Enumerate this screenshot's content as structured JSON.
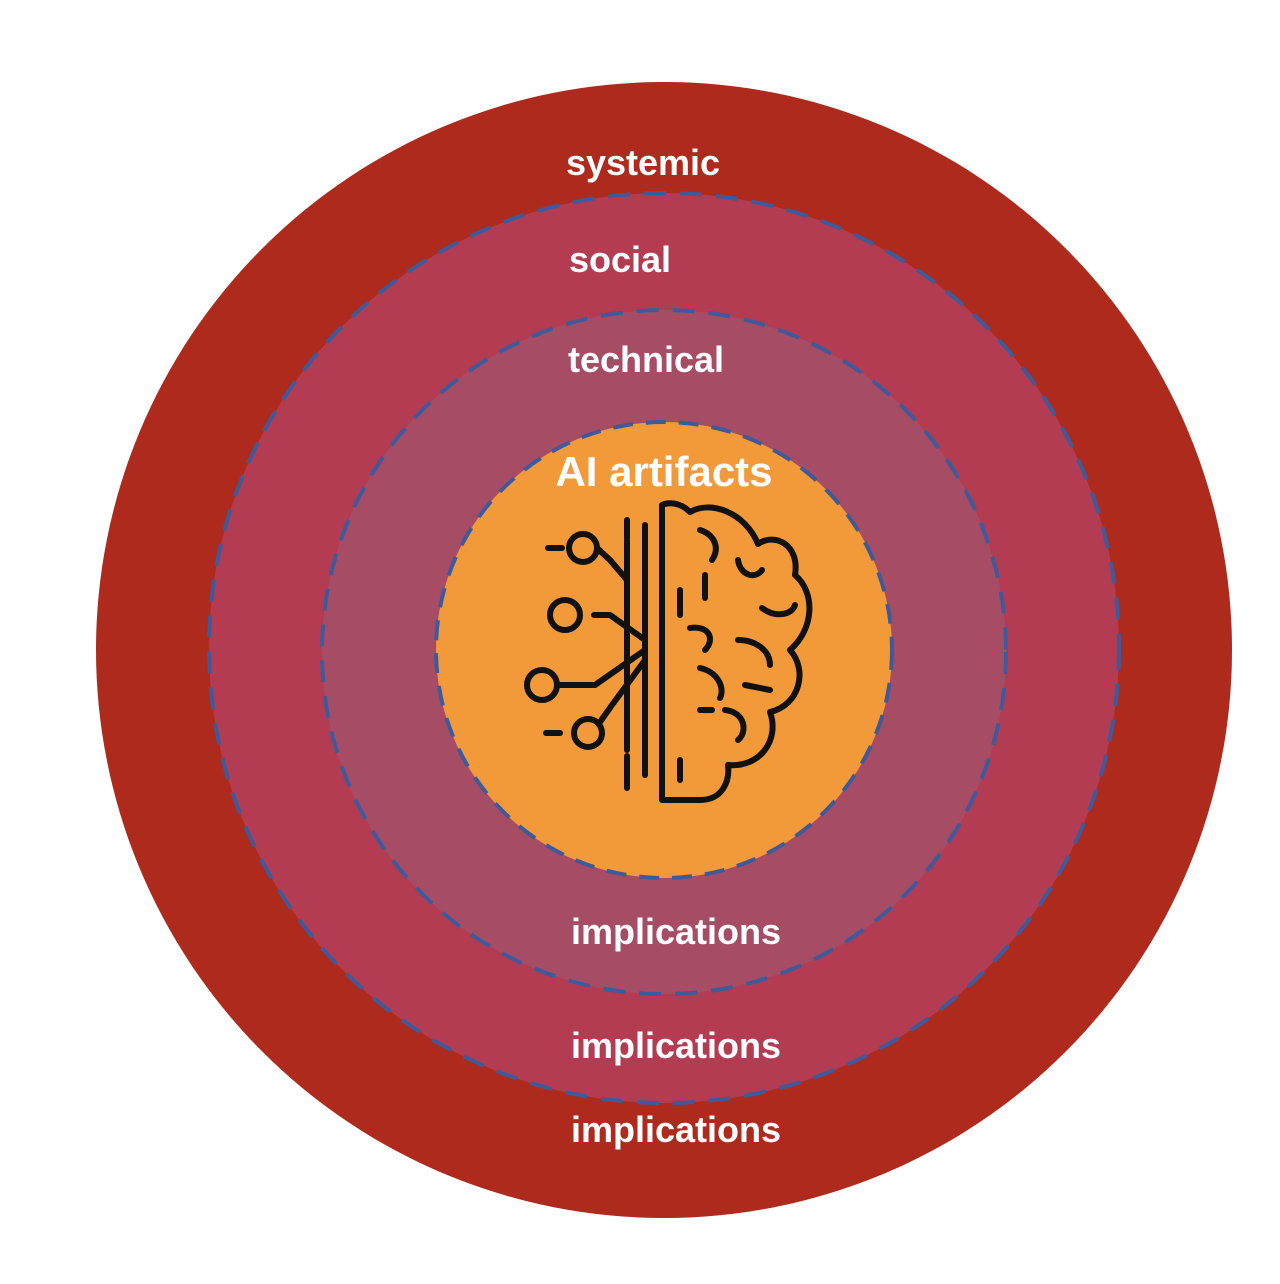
{
  "diagram": {
    "colors": {
      "systemic_ring": "#ae2a1c",
      "social_ring": "#b33c52",
      "technical_ring": "#a64d65",
      "core": "#f29a3a",
      "dashed_border": "#3f5a9a",
      "label_text": "#ffffff",
      "icon_stroke": "#111111"
    },
    "icon": "brain-circuit-icon",
    "layers": {
      "systemic": {
        "top_label": "systemic",
        "bottom_label": "implications"
      },
      "social": {
        "top_label": "social",
        "bottom_label": "implications"
      },
      "technical": {
        "top_label": "technical",
        "bottom_label": "implications"
      },
      "core": {
        "label": "AI artifacts"
      }
    }
  }
}
